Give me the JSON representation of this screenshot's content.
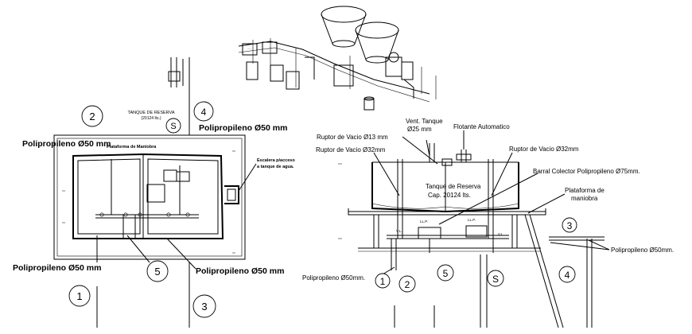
{
  "plan": {
    "tank_title": "TANQUE DE RESERVA",
    "tank_capacity": "(20124 lts.)",
    "pipe_top_right": "Polipropileno Ø50 mm",
    "pipe_top_left": "Polipropileno Ø50 mm",
    "platform": "Plataforma de Maniobra",
    "ladder_line1": "Escalera p/acceso",
    "ladder_line2": "a tanque de agua.",
    "pipe_bottom_left": "Polipropileno Ø50 mm",
    "pipe_bottom_right": "Polipropileno Ø50 mm",
    "markers": {
      "m1": "1",
      "m2": "2",
      "m3": "3",
      "m4": "4",
      "m5": "5",
      "ms": "S"
    }
  },
  "section": {
    "vent_line1": "Vent. Tanque",
    "vent_line2": "Ø25 mm",
    "float_valve": "Flotante Automatico",
    "breaker_13": "Ruptor de Vacio Ø13 mm",
    "breaker_32_left": "Ruptor de Vacio Ø32mm",
    "breaker_32_right": "Ruptor de Vacio Ø32mm",
    "collector": "Barral Colector Polipropileno Ø75mm.",
    "tank_line1": "Tanque de Reserva",
    "tank_line2": "Cap. 20124 lts.",
    "platform_line1": "Plataforma de",
    "platform_line2": "maniobra",
    "pipe_right": "Polipropileno Ø50mm.",
    "pipe_left": "Polipropileno Ø50mm.",
    "markers": {
      "m1": "1",
      "m2": "2",
      "m3": "3",
      "m4": "4",
      "m5": "5",
      "ms": "S"
    }
  }
}
